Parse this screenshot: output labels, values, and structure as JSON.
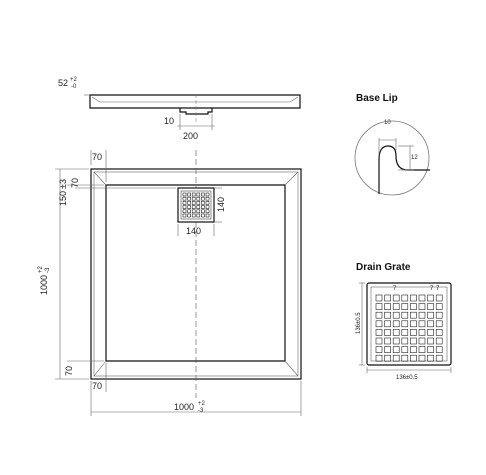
{
  "side_profile": {
    "thickness_main": "52",
    "thickness_tol_top": "+2",
    "thickness_tol_bottom": "-0",
    "drain_offset": "10",
    "drain_width": "200"
  },
  "plan": {
    "border_top": "70",
    "border_left_bottom": "70",
    "border_bottom": "70",
    "drain_offset_main": "150",
    "drain_offset_tol": "±3",
    "drain_inner_top": "70",
    "drain_size_h": "140",
    "drain_size_v": "140",
    "height_main": "1000",
    "height_tol_top": "+2",
    "height_tol_bottom": "-3",
    "width_main": "1000",
    "width_tol_top": "+2",
    "width_tol_bottom": "-3"
  },
  "base_lip": {
    "title": "Base Lip",
    "dim_top": "10",
    "dim_side": "12"
  },
  "drain_grate": {
    "title": "Drain Grate",
    "dim_a": "7",
    "dim_b": "7",
    "dim_c": "7",
    "width_label": "136±0.5",
    "height_label": "136±0.5"
  }
}
